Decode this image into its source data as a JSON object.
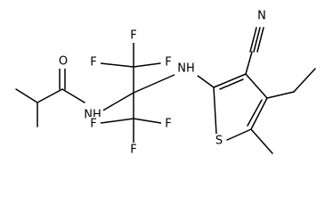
{
  "molecule": {
    "atoms": {
      "carbonyl_o": "O",
      "amide_nh": "NH",
      "amine_nh": "NH",
      "nitrile_n": "N",
      "thiophene_s": "S",
      "cf3_top_f_left": "F",
      "cf3_top_f_top": "F",
      "cf3_top_f_right": "F",
      "cf3_bottom_f_left": "F",
      "cf3_bottom_f_bottom": "F",
      "cf3_bottom_f_right": "F"
    }
  }
}
